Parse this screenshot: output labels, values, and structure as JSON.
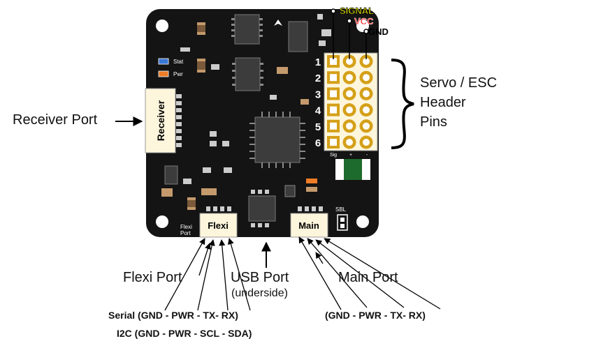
{
  "board": {
    "receiver_label": "Receiver",
    "flexi_label": "Flexi",
    "main_label": "Main",
    "flexi_port_small": [
      "Flexi",
      "Port"
    ],
    "stat_label": "Stat",
    "pwr_label": "Pwr",
    "sbl_label": "SBL",
    "header_col_labels": [
      "Sig",
      "+",
      "-"
    ],
    "header_rows": [
      "1",
      "2",
      "3",
      "4",
      "5",
      "6"
    ]
  },
  "header_legend": {
    "signal": "SIGNAL",
    "vcc": "VCC",
    "gnd": "GND"
  },
  "callouts": {
    "receiver_port": "Receiver Port",
    "servo_header": [
      "Servo / ESC",
      "Header",
      "Pins"
    ],
    "flexi_port": "Flexi Port",
    "usb_port": "USB Port",
    "usb_note": "(underside)",
    "main_port": "Main Port",
    "serial_pins": "Serial (GND - PWR - TX- RX)",
    "i2c_pins": "I2C (GND - PWR - SCL - SDA)",
    "main_pins": "(GND - PWR - TX- RX)"
  },
  "colors": {
    "board": "#141414",
    "connector": "#fdf6dc",
    "signal_text": "#ffff00",
    "vcc_text": "#ff2020",
    "gold_pad": "#d5a019",
    "led_blue": "#3a78d8",
    "led_orange": "#ef7d26"
  }
}
